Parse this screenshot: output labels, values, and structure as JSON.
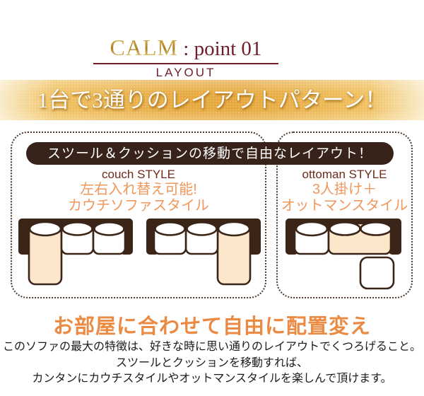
{
  "header": {
    "brand": "CALM",
    "separator": " : ",
    "point": "point 01",
    "subtitle": "LAYOUT"
  },
  "banner": {
    "title": "1台で3通りのレイアウトパターン！"
  },
  "badge": {
    "label": "スツール＆クッションの移動で自由なレイアウト！"
  },
  "panels": {
    "couch": {
      "style_label": "couch STYLE",
      "lines": [
        "左右入れ替え可能!",
        "カウチソファスタイル"
      ],
      "diagrams": [
        "couch-left-layout-diagram",
        "couch-right-layout-diagram"
      ]
    },
    "ottoman": {
      "style_label": "ottoman STYLE",
      "lines": [
        "3人掛け＋",
        "オットマンスタイル"
      ],
      "diagrams": [
        "three-seater-with-ottoman-diagram"
      ]
    }
  },
  "footer": {
    "heading": "お部屋に合わせて自由に配置変え",
    "body_lines": [
      "このソファの最大の特徴は、好きな時に思い通りのレイアウトでくつろげること。",
      "スツールとクッションを移動すれば、",
      "カンタンにカウチスタイルやオットマンスタイルを楽しんで頂けます。"
    ]
  },
  "colors": {
    "gold_accent": "#c2932e",
    "maroon": "#6f1d28",
    "banner_gold": "#e6a83d",
    "dark_brown": "#38231a",
    "panel_border_brown": "#4d372b",
    "orange_text": "#f0975b",
    "orange_heading": "#ea8a43",
    "sofa_peach": "#fce7cb",
    "sofa_frame": "#3a2518"
  }
}
